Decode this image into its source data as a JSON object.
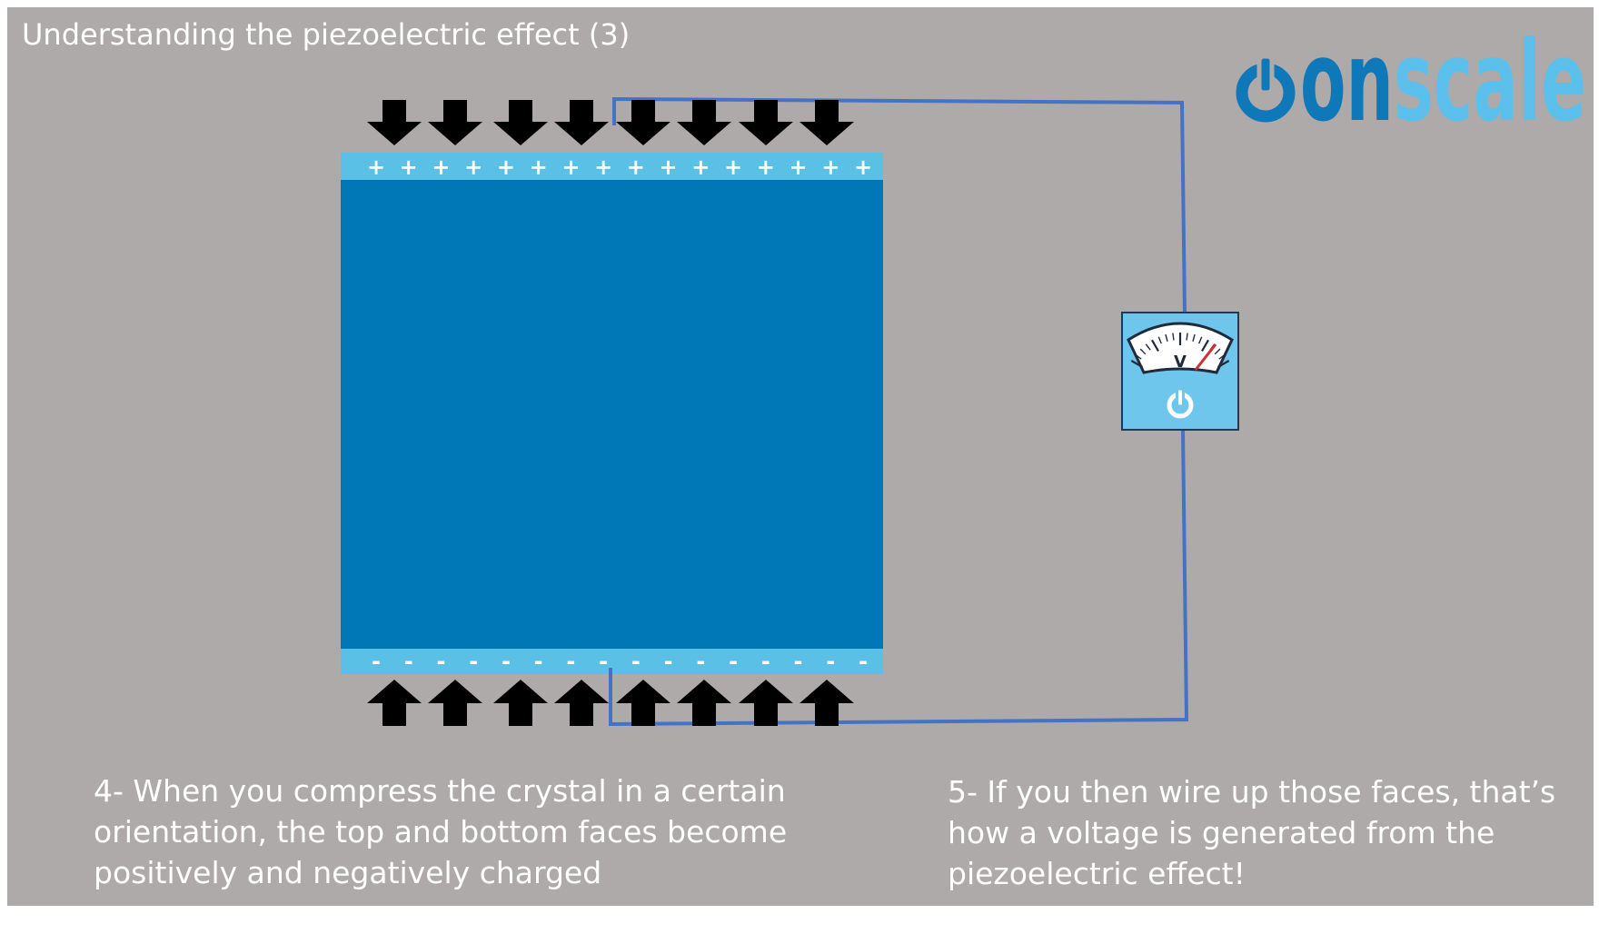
{
  "title": "Understanding the piezoelectric effect (3)",
  "logo": {
    "name": "onscale",
    "prefix": "on",
    "suffix": "scale",
    "colors": {
      "dark": "#0e78b9",
      "light": "#5bc0ec"
    }
  },
  "crystal": {
    "top_charge_symbol": "+",
    "bottom_charge_symbol": "-",
    "top_charge_count": 16,
    "bottom_charge_count": 16,
    "body_color": "#0077b6",
    "electrode_color": "#5bc0e6"
  },
  "compression_arrows": {
    "top_direction": "down",
    "bottom_direction": "up",
    "count_per_side": 8,
    "color": "#000000"
  },
  "wire_color": "#4472c4",
  "voltmeter": {
    "unit_label": "V",
    "power_icon": "power-icon"
  },
  "captions": {
    "left": [
      "4- When you compress the crystal in a certain",
      "orientation, the top and bottom faces become",
      "positively and negatively charged"
    ],
    "right": [
      "5- If you then wire up those faces, that’s",
      "how a voltage is generated from the",
      "piezoelectric effect!"
    ]
  }
}
